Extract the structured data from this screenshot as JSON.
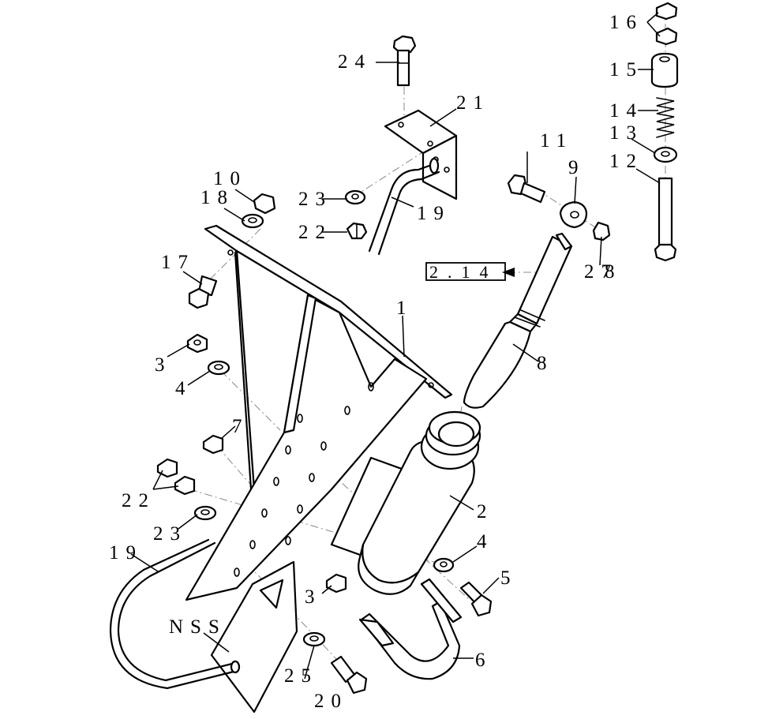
{
  "callouts": {
    "c1": "1",
    "c2": "2",
    "c3a": "3",
    "c3b": "3",
    "c4a": "4",
    "c4b": "4",
    "c5": "5",
    "c6": "6",
    "c7": "7",
    "c8": "8",
    "c9": "9",
    "c10": "10",
    "c11": "11",
    "c12": "12",
    "c13": "13",
    "c14": "14",
    "c15": "15",
    "c16": "16",
    "c17": "17",
    "c18": "18",
    "c19a": "19",
    "c19b": "19",
    "c20": "20",
    "c21": "21",
    "c22a": "22",
    "c22b": "22",
    "c23a": "23",
    "c23b": "23",
    "c24": "24",
    "c25": "25",
    "c27": "27",
    "c28": "8",
    "nss": "NSS"
  },
  "reference": {
    "text": "2.14"
  }
}
